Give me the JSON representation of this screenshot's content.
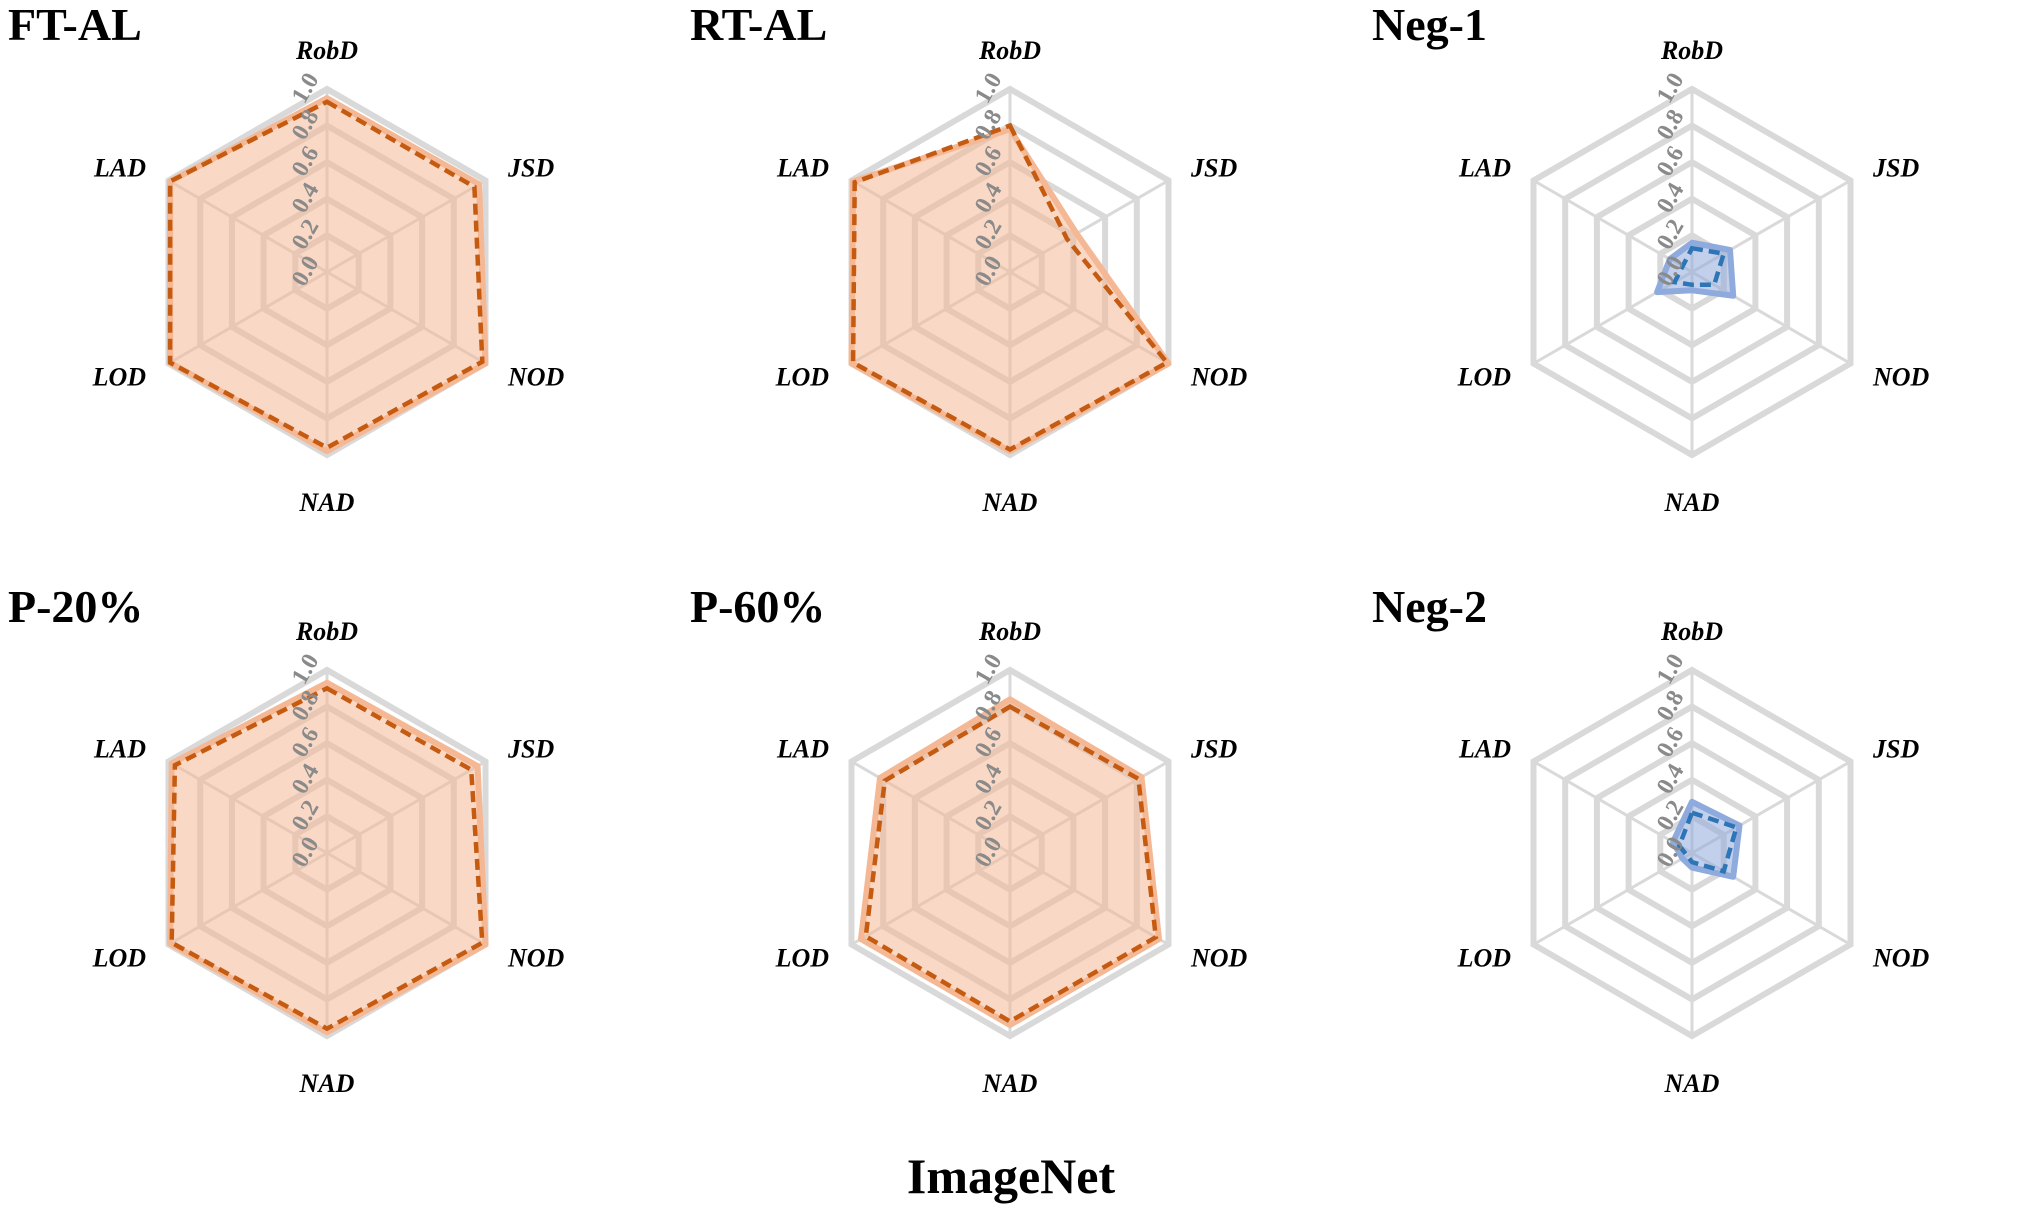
{
  "figure": {
    "caption": "ImageNet"
  },
  "colors": {
    "grid": "#d9d9d9",
    "tick": "#8a8a8a",
    "orange_fill": "#f4b895",
    "orange_line": "#c55a11",
    "blue_fill": "#8faadc",
    "blue_line": "#2e75b6"
  },
  "chart_data": [
    {
      "type": "radar",
      "title": "FT-AL",
      "axes": [
        "RobD",
        "JSD",
        "NOD",
        "NAD",
        "LOD",
        "LAD"
      ],
      "ticks": [
        "0.0",
        "0.2",
        "0.4",
        "0.6",
        "0.8",
        "1.0"
      ],
      "range": [
        0,
        1
      ],
      "color": "orange",
      "series": [
        {
          "style": "filled",
          "values": [
            0.95,
            0.96,
            1.0,
            0.98,
            0.99,
            0.99
          ]
        },
        {
          "style": "dashed",
          "values": [
            0.93,
            0.93,
            0.98,
            0.96,
            0.99,
            0.99
          ]
        }
      ]
    },
    {
      "type": "radar",
      "title": "RT-AL",
      "axes": [
        "RobD",
        "JSD",
        "NOD",
        "NAD",
        "LOD",
        "LAD"
      ],
      "ticks": [
        "0.0",
        "0.2",
        "0.4",
        "0.6",
        "0.8",
        "1.0"
      ],
      "range": [
        0,
        1
      ],
      "color": "orange",
      "series": [
        {
          "style": "filled",
          "values": [
            0.78,
            0.42,
            1.0,
            0.98,
            1.0,
            0.99
          ]
        },
        {
          "style": "dashed",
          "values": [
            0.8,
            0.36,
            0.99,
            0.97,
            0.99,
            0.98
          ]
        }
      ]
    },
    {
      "type": "radar",
      "title": "Neg-1",
      "axes": [
        "RobD",
        "JSD",
        "NOD",
        "NAD",
        "LOD",
        "LAD"
      ],
      "ticks": [
        "0.0",
        "0.2",
        "0.4",
        "0.6",
        "0.8",
        "1.0"
      ],
      "range": [
        0,
        1
      ],
      "color": "blue",
      "series": [
        {
          "style": "filled",
          "values": [
            0.16,
            0.24,
            0.26,
            0.1,
            0.22,
            0.14
          ]
        },
        {
          "style": "dashed",
          "values": [
            0.13,
            0.2,
            0.14,
            0.07,
            0.11,
            0.06
          ]
        }
      ]
    },
    {
      "type": "radar",
      "title": "P-20%",
      "axes": [
        "RobD",
        "JSD",
        "NOD",
        "NAD",
        "LOD",
        "LAD"
      ],
      "ticks": [
        "0.0",
        "0.2",
        "0.4",
        "0.6",
        "0.8",
        "1.0"
      ],
      "range": [
        0,
        1
      ],
      "color": "orange",
      "series": [
        {
          "style": "filled",
          "values": [
            0.93,
            0.95,
            1.0,
            0.98,
            0.99,
            0.98
          ]
        },
        {
          "style": "dashed",
          "values": [
            0.9,
            0.91,
            0.98,
            0.96,
            0.98,
            0.96
          ]
        }
      ]
    },
    {
      "type": "radar",
      "title": "P-60%",
      "axes": [
        "RobD",
        "JSD",
        "NOD",
        "NAD",
        "LOD",
        "LAD"
      ],
      "ticks": [
        "0.0",
        "0.2",
        "0.4",
        "0.6",
        "0.8",
        "1.0"
      ],
      "range": [
        0,
        1
      ],
      "color": "orange",
      "series": [
        {
          "style": "filled",
          "values": [
            0.84,
            0.83,
            0.94,
            0.94,
            0.94,
            0.82
          ]
        },
        {
          "style": "dashed",
          "values": [
            0.8,
            0.81,
            0.92,
            0.92,
            0.91,
            0.79
          ]
        }
      ]
    },
    {
      "type": "radar",
      "title": "Neg-2",
      "axes": [
        "RobD",
        "JSD",
        "NOD",
        "NAD",
        "LOD",
        "LAD"
      ],
      "ticks": [
        "0.0",
        "0.2",
        "0.4",
        "0.6",
        "0.8",
        "1.0"
      ],
      "range": [
        0,
        1
      ],
      "color": "blue",
      "series": [
        {
          "style": "filled",
          "values": [
            0.28,
            0.3,
            0.26,
            0.08,
            0.06,
            0.12
          ]
        },
        {
          "style": "dashed",
          "values": [
            0.22,
            0.28,
            0.2,
            0.05,
            0.03,
            0.08
          ]
        }
      ]
    }
  ]
}
